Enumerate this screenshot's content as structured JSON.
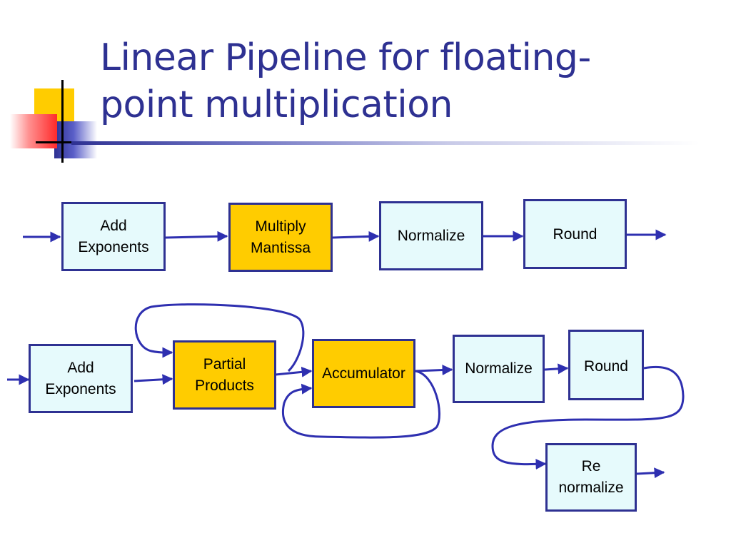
{
  "slide": {
    "title_line1": "Linear Pipeline for floating-",
    "title_line2": "point multiplication"
  },
  "pipeline1": {
    "stages": [
      {
        "line1": "Add",
        "line2": "Exponents",
        "fill": "#e6fafc"
      },
      {
        "line1": "Multiply",
        "line2": "Mantissa",
        "fill": "#ffcc00"
      },
      {
        "line1": "Normalize",
        "fill": "#e6fafc"
      },
      {
        "line1": "Round",
        "fill": "#e6fafc"
      }
    ]
  },
  "pipeline2": {
    "stages": [
      {
        "line1": "Add",
        "line2": "Exponents",
        "fill": "#e6fafc"
      },
      {
        "line1": "Partial",
        "line2": "Products",
        "fill": "#ffcc00"
      },
      {
        "line1": "Accumulator",
        "fill": "#ffcc00"
      },
      {
        "line1": "Normalize",
        "fill": "#e6fafc"
      },
      {
        "line1": "Round",
        "fill": "#e6fafc"
      },
      {
        "line1": "Re",
        "line2": "normalize",
        "fill": "#e6fafc"
      }
    ]
  },
  "colors": {
    "title": "#2e3192",
    "border": "#2e3192",
    "arrow": "#2e2fb0",
    "stage_light": "#e6fafc",
    "stage_highlight": "#ffcc00",
    "deco_yellow": "#ffcc00",
    "deco_red": "#ff3333",
    "deco_blue": "#2e3192"
  }
}
